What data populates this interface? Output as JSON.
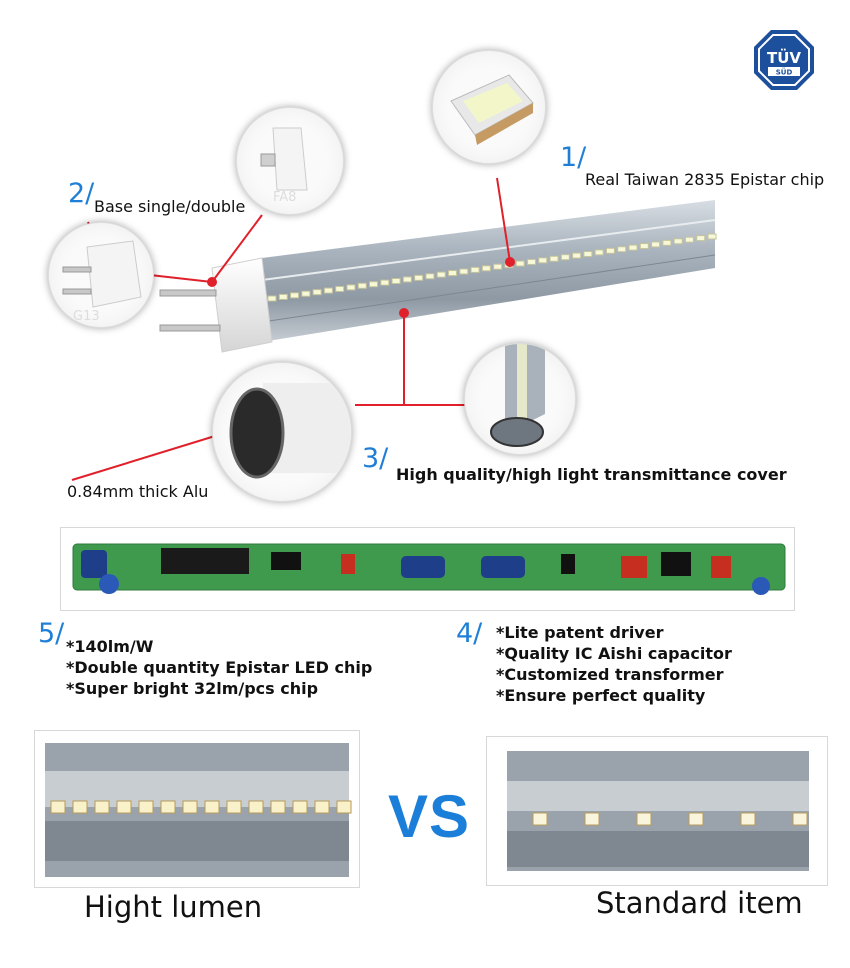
{
  "badge": {
    "text": "TÜV",
    "subtext": "SÜD"
  },
  "features": {
    "f1": {
      "num": "1/",
      "text": "Real Taiwan 2835 Epistar chip"
    },
    "f2": {
      "num": "2/",
      "text": "Base single/double"
    },
    "f3": {
      "num": "3/",
      "text": "High quality/high light transmittance cover"
    },
    "alu": {
      "text": "0.84mm thick Alu"
    },
    "f5": {
      "num": "5/",
      "lines": [
        "*140lm/W",
        "*Double quantity Epistar LED chip",
        "*Super bright 32lm/pcs chip"
      ]
    },
    "f4": {
      "num": "4/",
      "lines": [
        "*Lite patent driver",
        "*Quality IC Aishi capacitor",
        "*Customized transformer",
        "*Ensure perfect quality"
      ]
    }
  },
  "base_labels": {
    "g13": "G13",
    "fa8": "FA8"
  },
  "comparison": {
    "left": "Hight lumen",
    "vs": "VS",
    "right": "Standard item"
  },
  "colors": {
    "accent_blue": "#1f7fd6",
    "callout_red": "#e0202a"
  }
}
